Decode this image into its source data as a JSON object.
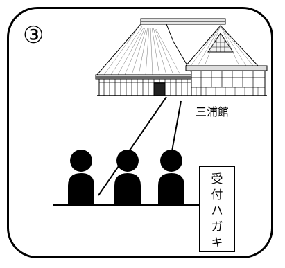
{
  "panel": {
    "number": "③"
  },
  "building": {
    "label": "三浦館"
  },
  "reception": {
    "sign_lines": [
      "受",
      "付",
      "ハ",
      "ガ",
      "キ"
    ]
  }
}
